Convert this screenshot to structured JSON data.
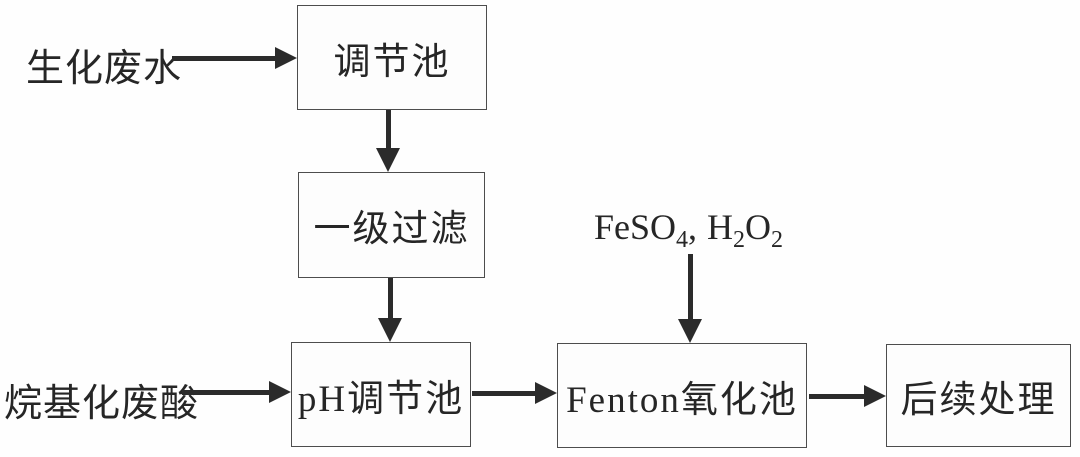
{
  "colors": {
    "ink": "#2b2b2b",
    "box_border": "#4d4d4d",
    "box_bg": "#fdfdfd",
    "page_bg": "#fefefe"
  },
  "nodes": [
    {
      "id": "regulation-tank",
      "label": "调节池"
    },
    {
      "id": "primary-filter",
      "label": "一级过滤"
    },
    {
      "id": "ph-adjust-tank",
      "label": "pH调节池"
    },
    {
      "id": "fenton-oxidation-tank",
      "label": "Fenton氧化池"
    },
    {
      "id": "post-treatment",
      "label": "后续处理"
    }
  ],
  "inputs": [
    {
      "id": "biochemical-wastewater",
      "label": "生化废水"
    },
    {
      "id": "alkylation-waste-acid",
      "label": "烷基化废酸"
    }
  ],
  "reagent": {
    "base1": "FeSO",
    "sub1": "4",
    "sep": ",",
    "base2": "H",
    "sub2": "2",
    "base3": "O",
    "sub3": "2"
  },
  "arrows": [
    {
      "id": "biochemical-to-regulation",
      "from": "生化废水",
      "to": "调节池"
    },
    {
      "id": "regulation-to-filter",
      "from": "调节池",
      "to": "一级过滤"
    },
    {
      "id": "filter-to-ph",
      "from": "一级过滤",
      "to": "pH调节池"
    },
    {
      "id": "acid-to-ph",
      "from": "烷基化废酸",
      "to": "pH调节池"
    },
    {
      "id": "ph-to-fenton",
      "from": "pH调节池",
      "to": "Fenton氧化池"
    },
    {
      "id": "reagent-to-fenton",
      "from": "FeSO4, H2O2",
      "to": "Fenton氧化池"
    },
    {
      "id": "fenton-to-post",
      "from": "Fenton氧化池",
      "to": "后续处理"
    }
  ]
}
